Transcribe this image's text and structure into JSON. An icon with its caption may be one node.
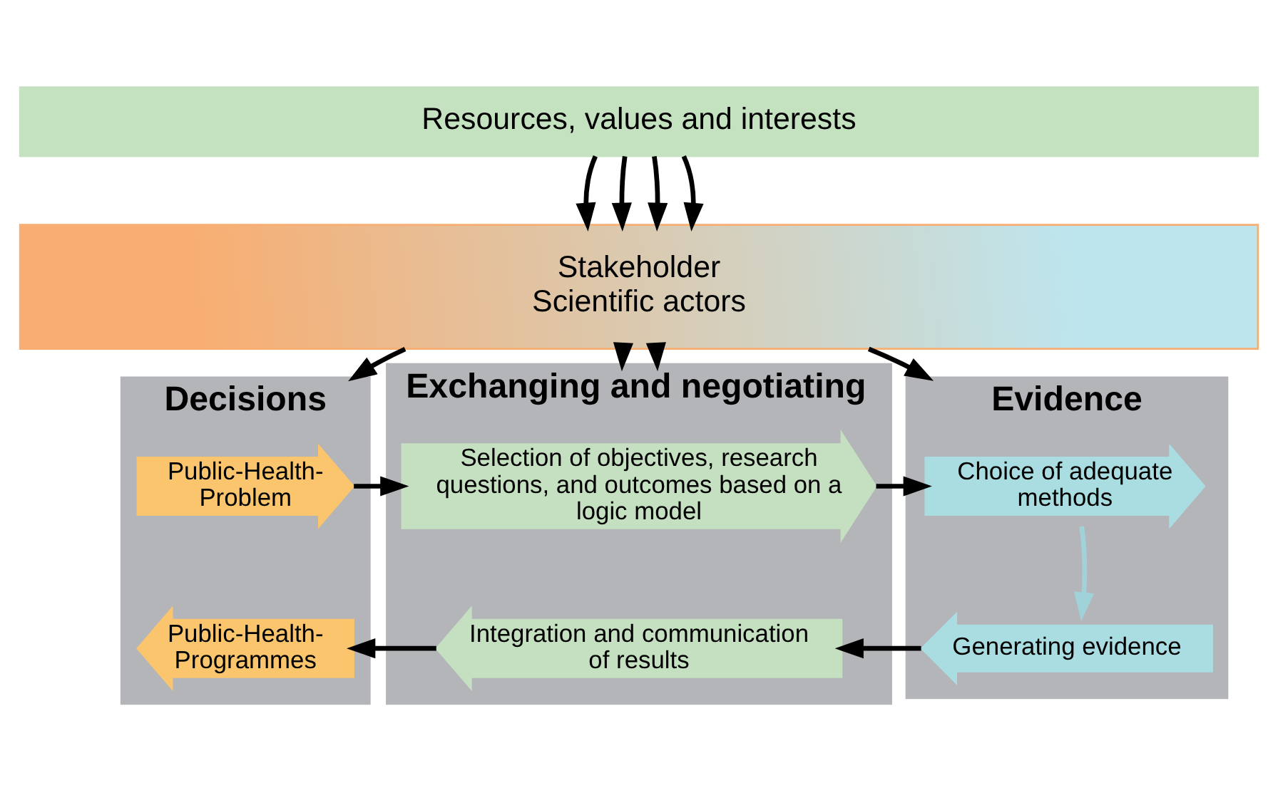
{
  "diagram": {
    "nodes": [
      {
        "text": [
          "Resources, values and interests"
        ]
      },
      {
        "text": [
          "Stakeholder",
          "Scientific actors"
        ]
      },
      {
        "text": [
          "Decisions"
        ]
      },
      {
        "text": [
          "Exchanging and negotiating"
        ]
      },
      {
        "text": [
          "Evidence"
        ]
      },
      {
        "text": [
          "Public-Health-Problem"
        ],
        "in": 2
      },
      {
        "text": [
          "Selection of objectives, research questions, and outcomes based on a  logic model"
        ],
        "in": 3
      },
      {
        "text": [
          "Choice of adequate methods"
        ],
        "in": 4
      },
      {
        "text": [
          "Public-Health-Programmes"
        ],
        "in": 2
      },
      {
        "text": [
          "Integration and communication of results"
        ],
        "in": 3
      },
      {
        "text": [
          "Generating evidence"
        ],
        "in": 4
      }
    ],
    "edges": [
      {
        "from": 0,
        "to": 1,
        "arrow": "to"
      },
      {
        "from": 0,
        "to": 1,
        "arrow": "to"
      },
      {
        "from": 0,
        "to": 1,
        "arrow": "to"
      },
      {
        "from": 0,
        "to": 1,
        "arrow": "to"
      },
      {
        "from": 1,
        "to": 2,
        "arrow": "to"
      },
      {
        "from": 1,
        "to": 3,
        "arrow": "to"
      },
      {
        "from": 1,
        "to": 3,
        "arrow": "to"
      },
      {
        "from": 1,
        "to": 4,
        "arrow": "to"
      },
      {
        "from": 5,
        "to": 6,
        "arrow": "to"
      },
      {
        "from": 6,
        "to": 7,
        "arrow": "to"
      },
      {
        "from": 7,
        "to": 10,
        "arrow": "to",
        "color": "#9fd3d9"
      },
      {
        "from": 10,
        "to": 9,
        "arrow": "to"
      },
      {
        "from": 9,
        "to": 8,
        "arrow": "to"
      }
    ]
  }
}
